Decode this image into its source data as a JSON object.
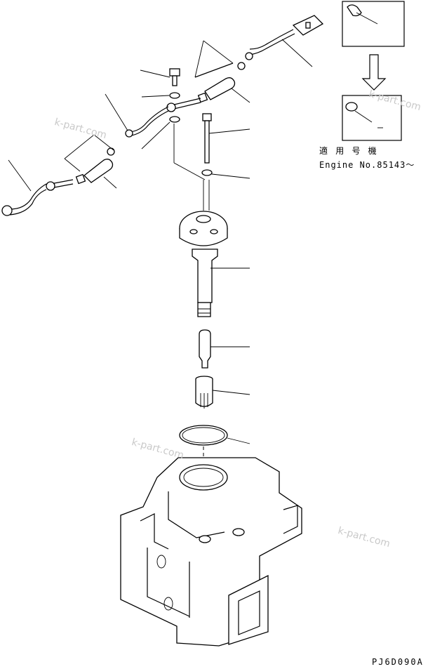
{
  "applicability": {
    "label_jp": "適 用 号 機",
    "engine_serial": "Engine No.85143〜"
  },
  "drawing_code": "PJ6D090A",
  "watermark": "k-part.com",
  "colors": {
    "line": "#000000",
    "background": "#ffffff",
    "watermark": "#c9c9c9"
  }
}
